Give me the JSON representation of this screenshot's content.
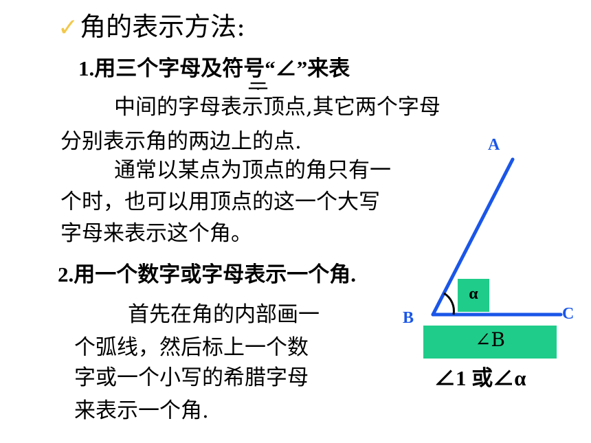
{
  "heading": {
    "check_mark": "✓",
    "title": "角的表示方法:"
  },
  "method1": {
    "line1": "1.用三个字母及符号“∠”来表",
    "overflow_glyph": "示",
    "line2": "中间的字母表示顶点,其它两个字母",
    "line3": "分别表示角的两边上的点.",
    "line4": "通常以某点为顶点的角只有一",
    "line5": "个时，也可以用顶点的这一个大写",
    "line6": "字母来表示这个角。"
  },
  "method2": {
    "line1": "2.用一个数字或字母表示一个角.",
    "line2": "首先在角的内部画一",
    "line3": "个弧线，然后标上一个数",
    "line4": "字或一个小写的希腊字母",
    "line5": "来表示一个角."
  },
  "figure": {
    "point_a": "A",
    "point_b": "B",
    "point_c": "C",
    "alpha_label": "α",
    "angle_b_label": "∠B",
    "angle_alt_label": "∠1 或∠α",
    "colors": {
      "lines": "#1a56e8",
      "label_boxes": "#1fcc8a",
      "check": "#f2c84b"
    }
  }
}
